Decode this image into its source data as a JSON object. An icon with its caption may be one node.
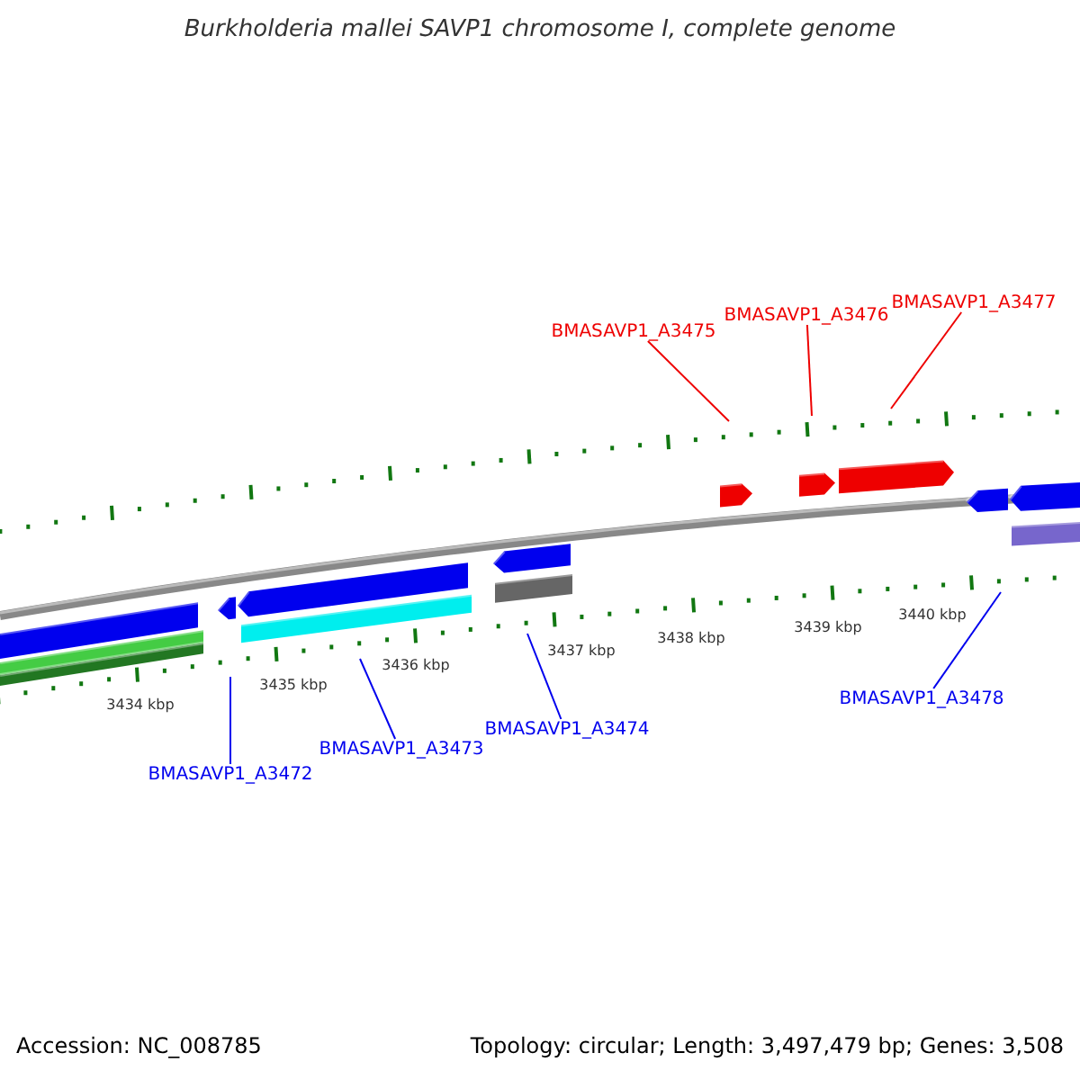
{
  "diagram": {
    "title": "Burkholderia mallei SAVP1 chromosome I, complete genome",
    "nodes": [
      {
        "text": [
          "BMASAVP1_A3475"
        ]
      },
      {
        "text": [
          "BMASAVP1_A3476"
        ]
      },
      {
        "text": [
          "BMASAVP1_A3477"
        ]
      },
      {
        "text": [
          "BMASAVP1_A3472"
        ]
      },
      {
        "text": [
          "BMASAVP1_A3473"
        ]
      },
      {
        "text": [
          "BMASAVP1_A3474"
        ]
      },
      {
        "text": [
          "BMASAVP1_A3478"
        ]
      }
    ],
    "edges": [
      {
        "from": 0,
        "to": null,
        "arrow": "none",
        "color": "#ee0000"
      },
      {
        "from": 1,
        "to": null,
        "arrow": "none",
        "color": "#ee0000"
      },
      {
        "from": 2,
        "to": null,
        "arrow": "none",
        "color": "#ee0000"
      },
      {
        "from": 3,
        "to": null,
        "arrow": "none"
      },
      {
        "from": 4,
        "to": null,
        "arrow": "none"
      },
      {
        "from": 5,
        "to": null,
        "arrow": "none"
      },
      {
        "from": 6,
        "to": null,
        "arrow": "none"
      }
    ],
    "labels": [
      "3434 kbp",
      "3435 kbp",
      "3436 kbp",
      "3437 kbp",
      "3438 kbp",
      "3439 kbp",
      "3440 kbp",
      "Accession: NC_008785",
      "Topology: circular; Length: 3,497,479 bp; Genes: 3,508"
    ]
  }
}
